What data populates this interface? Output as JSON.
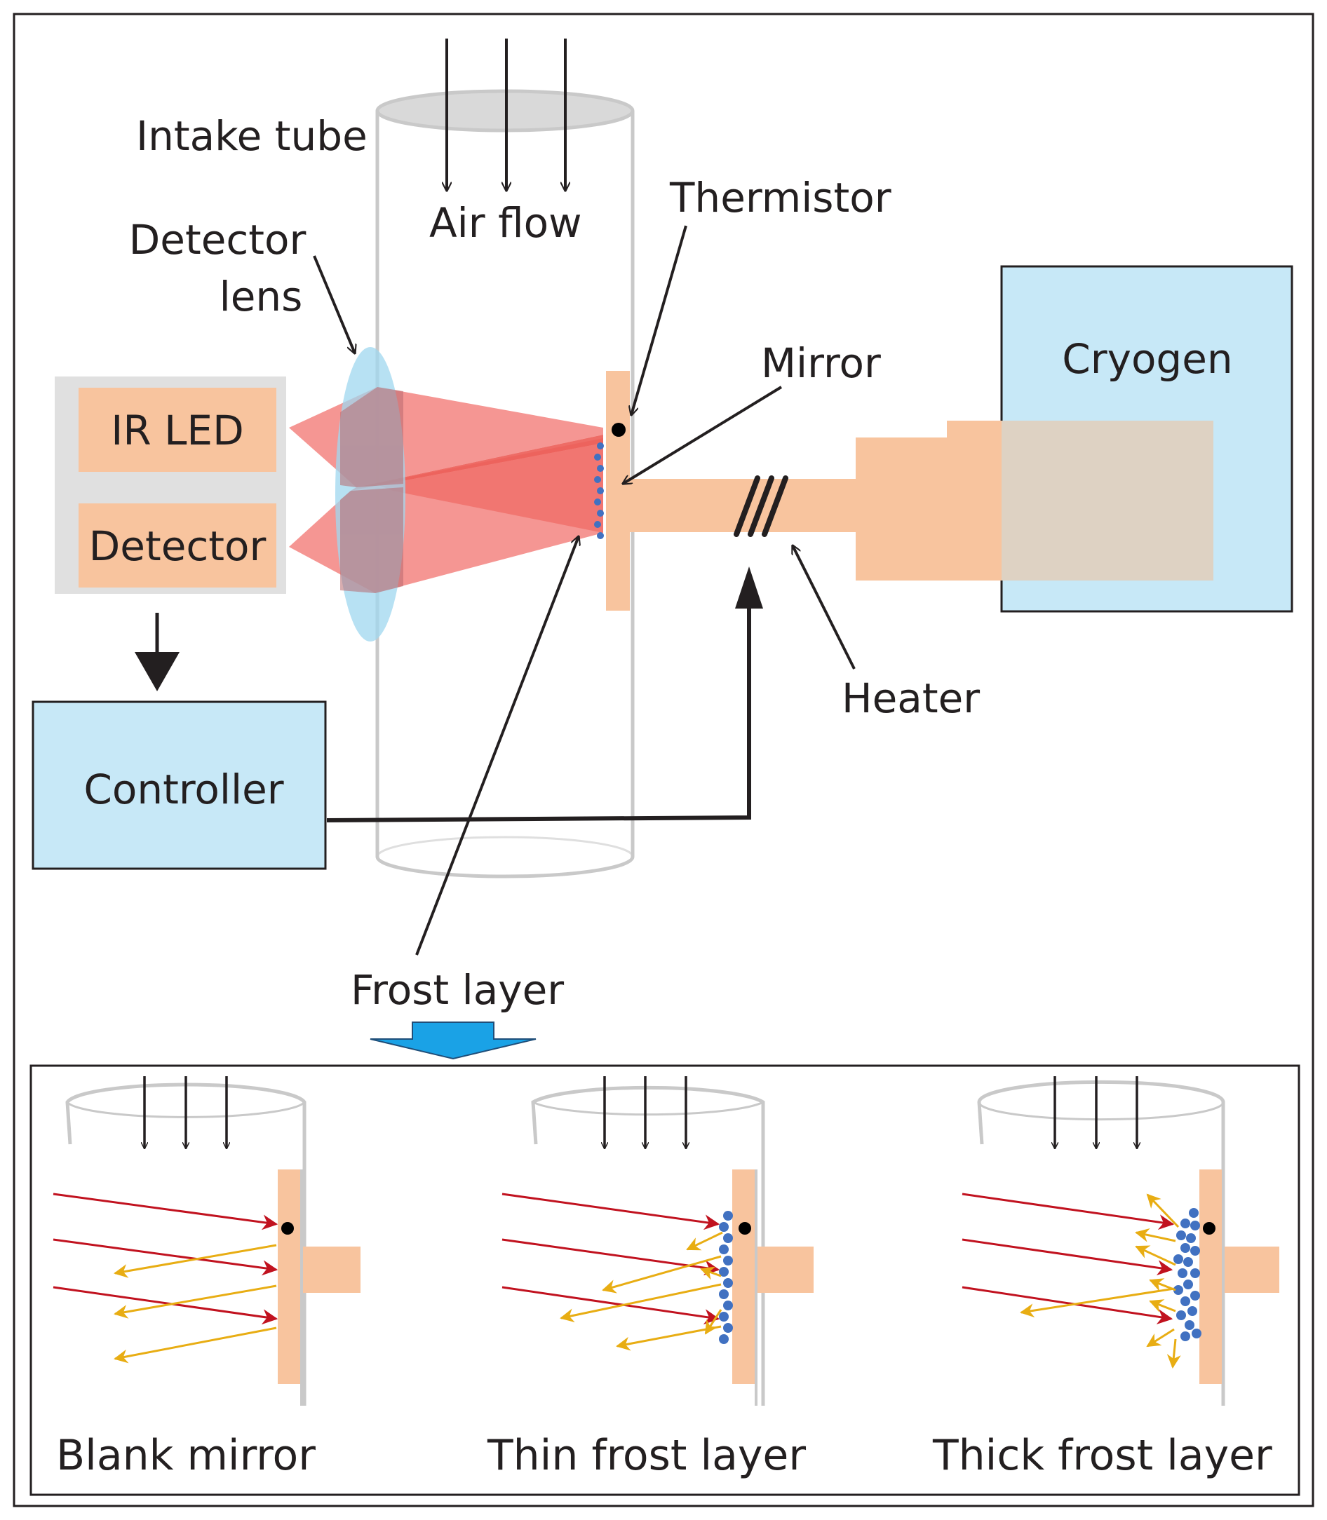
{
  "labels": {
    "intake_tube": "Intake tube",
    "air_flow": "Air flow",
    "thermistor": "Thermistor",
    "detector_lens_line1": "Detector",
    "detector_lens_line2": "lens",
    "mirror": "Mirror",
    "heater": "Heater",
    "frost_layer": "Frost layer"
  },
  "boxes": {
    "ir_led": "IR LED",
    "detector": "Detector",
    "controller": "Controller",
    "cryogen": "Cryogen"
  },
  "panels": [
    {
      "id": "blank",
      "label": "Blank mirror",
      "frost": "none"
    },
    {
      "id": "thin",
      "label": "Thin frost layer",
      "frost": "thin"
    },
    {
      "id": "thick",
      "label": "Thick frost layer",
      "frost": "thick"
    }
  ],
  "colors": {
    "light_blue": "#c7e8f7",
    "peach": "#f8c49e",
    "beam_light": "#f4908d",
    "beam_dark": "#ec5c55",
    "lens": "#9fd7ef",
    "frost": "#4171c1",
    "incident_ray": "#c1121f",
    "reflected_ray": "#e8ad13",
    "tube_grey": "#c9c9c9",
    "panel_arrow": "#1aa2e6"
  }
}
